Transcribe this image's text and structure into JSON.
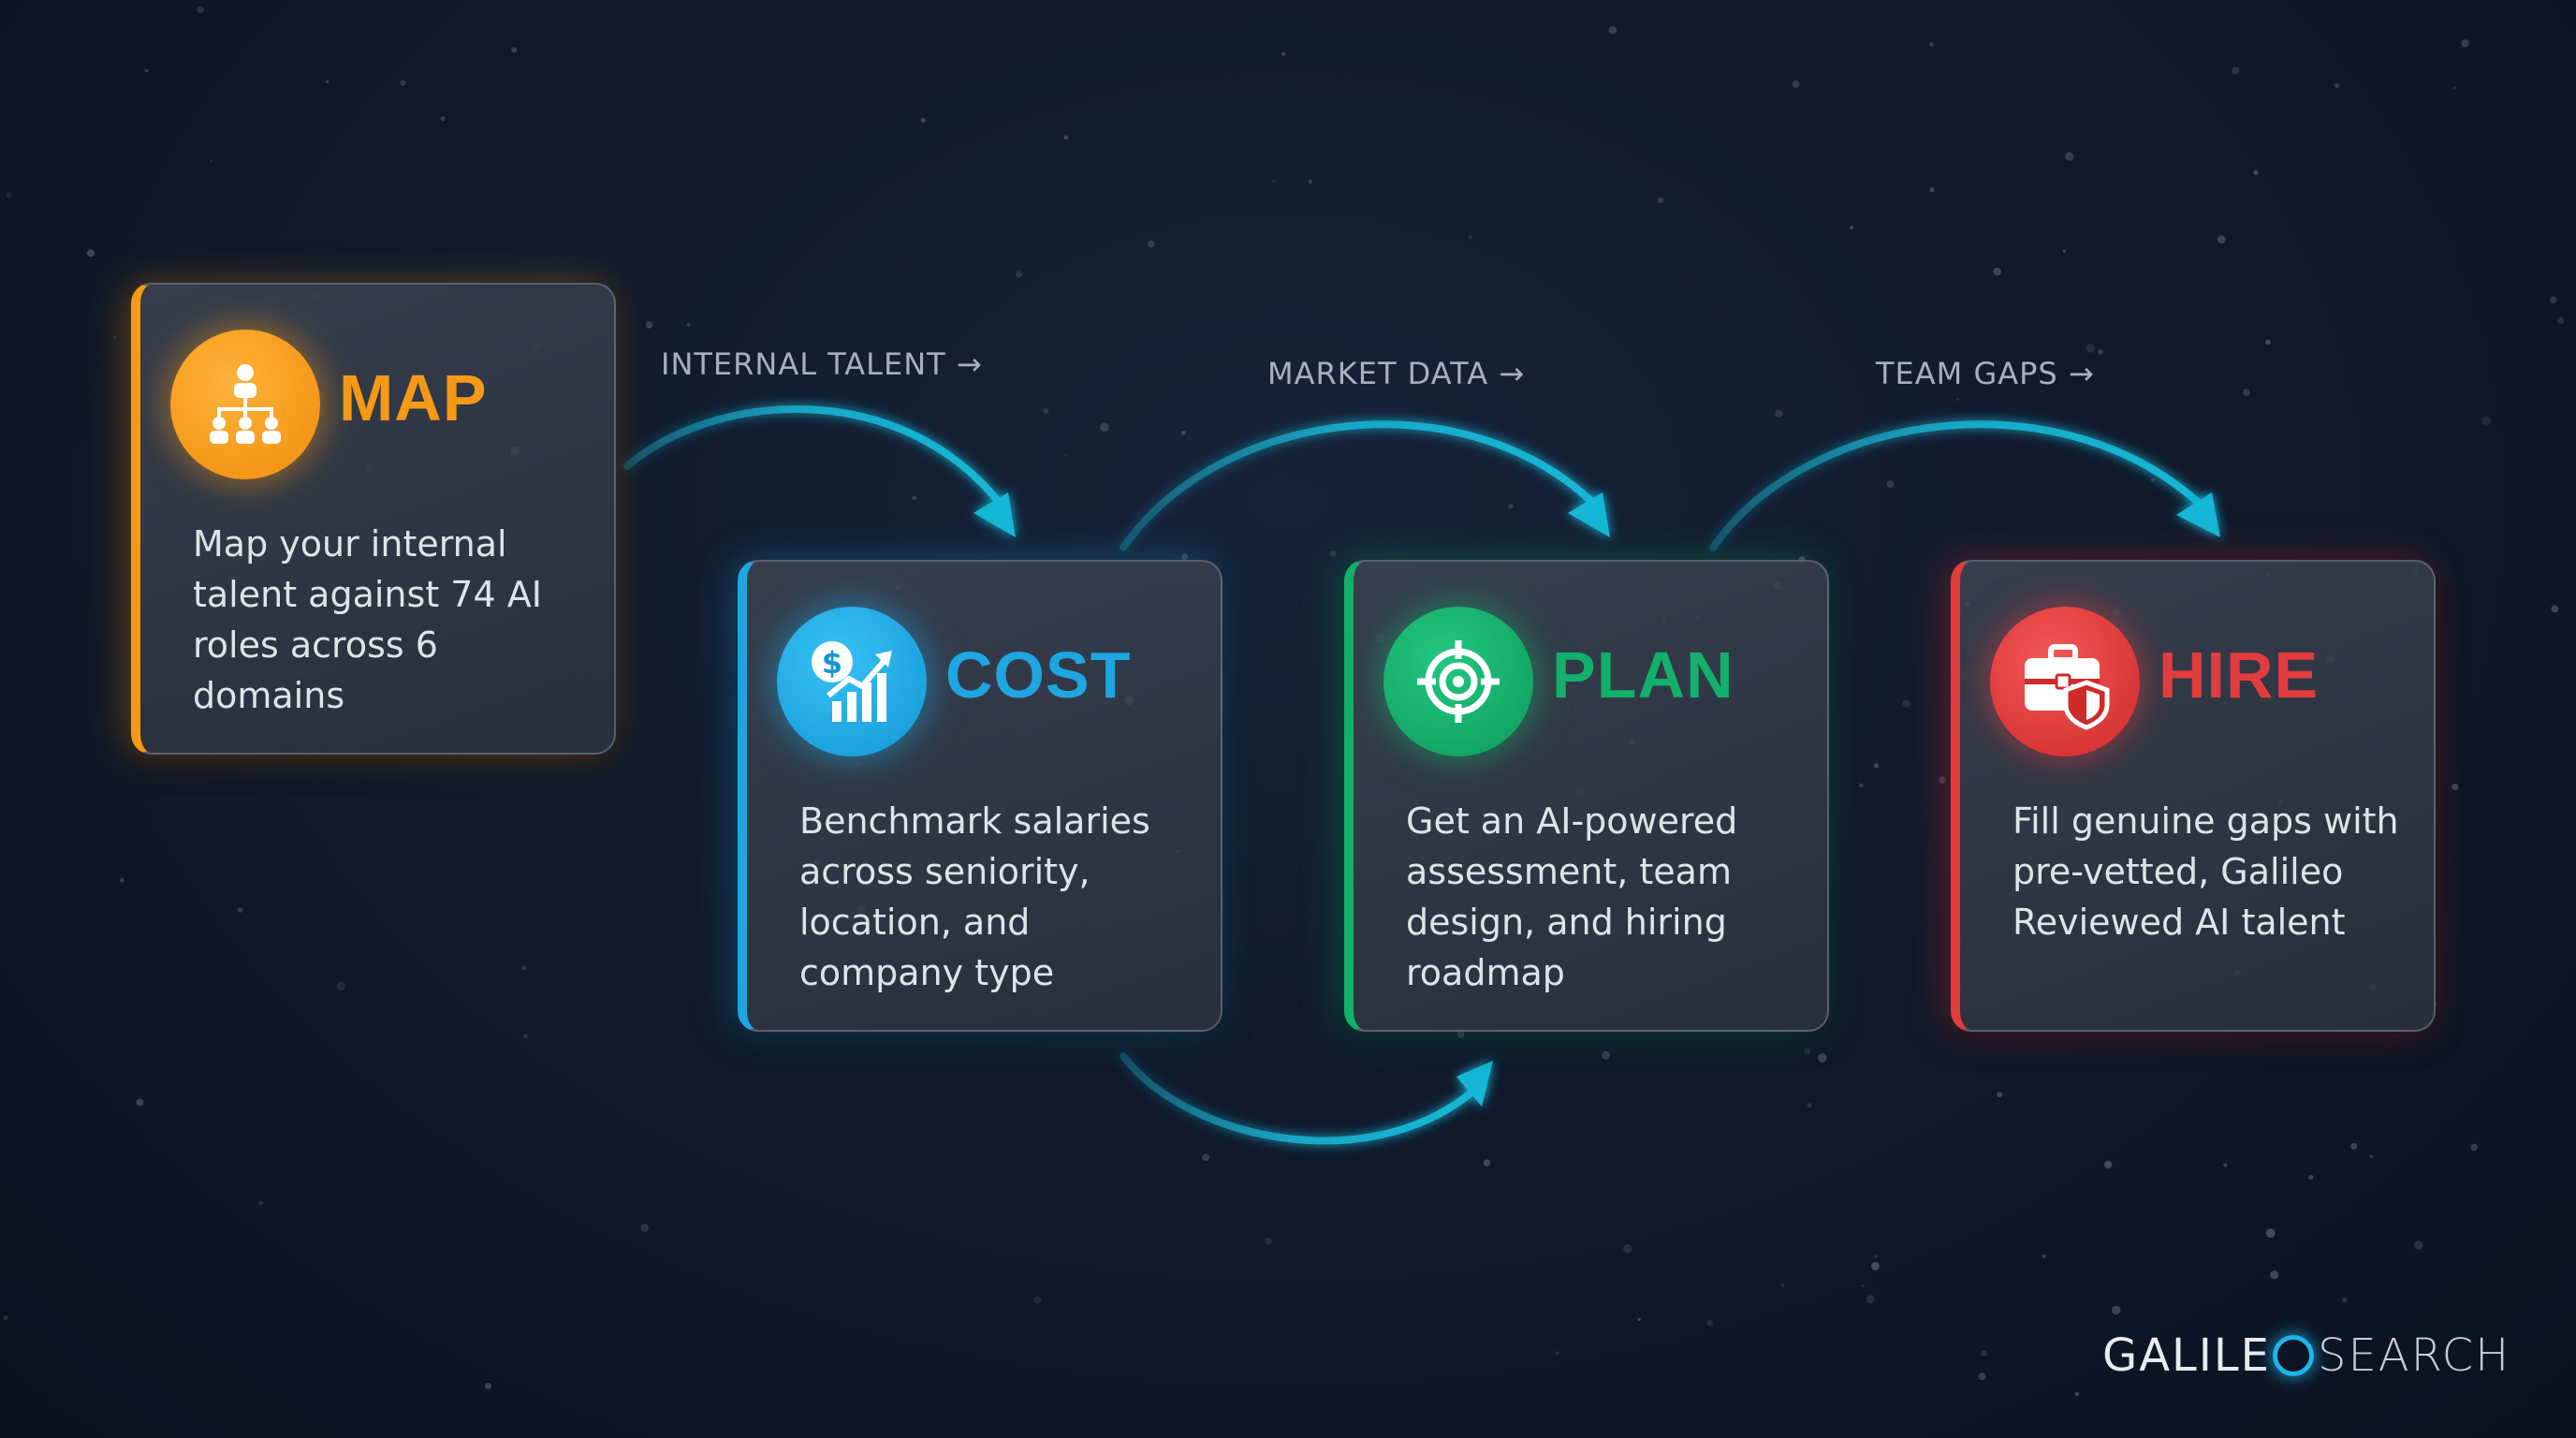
{
  "colors": {
    "map": "#f59a16",
    "cost": "#1fa6e0",
    "plan": "#12b06a",
    "hire": "#e23c3c",
    "arrow": "#19b6d6",
    "background": "#111a2c"
  },
  "steps": [
    {
      "id": "map",
      "title": "MAP",
      "icon": "org-chart-icon",
      "description": "Map your internal talent against 74 AI roles across 6 domains"
    },
    {
      "id": "cost",
      "title": "COST",
      "icon": "salary-growth-icon",
      "description": "Benchmark salaries across seniority, location, and company type"
    },
    {
      "id": "plan",
      "title": "PLAN",
      "icon": "target-crosshair-icon",
      "description": "Get an AI-powered assessment, team design, and hiring roadmap"
    },
    {
      "id": "hire",
      "title": "HIRE",
      "icon": "briefcase-shield-icon",
      "description": "Fill genuine gaps with pre-vetted, Galileo Reviewed AI talent"
    }
  ],
  "connectors": [
    {
      "label": "INTERNAL TALENT →",
      "from": "map",
      "to": "cost"
    },
    {
      "label": "MARKET DATA →",
      "from": "cost",
      "to": "plan"
    },
    {
      "label": "TEAM GAPS →",
      "from": "plan",
      "to": "hire"
    }
  ],
  "brand": {
    "word1": "GALILE",
    "word2": "SEARCH"
  }
}
